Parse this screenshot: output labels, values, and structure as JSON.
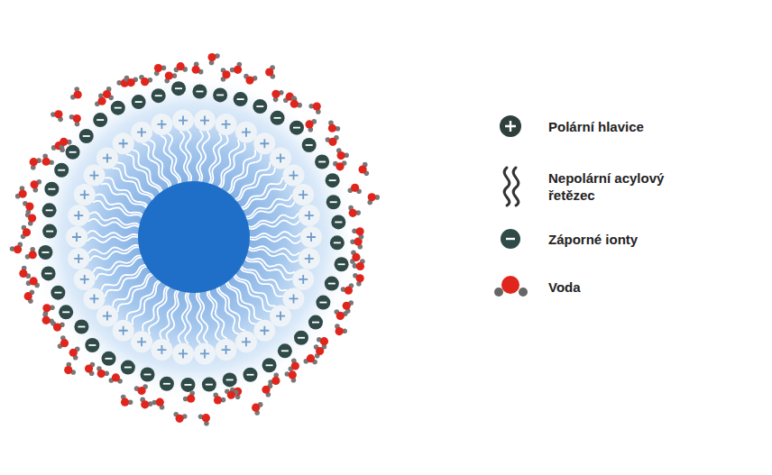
{
  "diagram": {
    "legend": [
      {
        "text": "Polární hlavice"
      },
      {
        "text": "Nepolární acylový řetězec"
      },
      {
        "text": "Záporné ionty"
      },
      {
        "text": "Voda"
      }
    ]
  }
}
